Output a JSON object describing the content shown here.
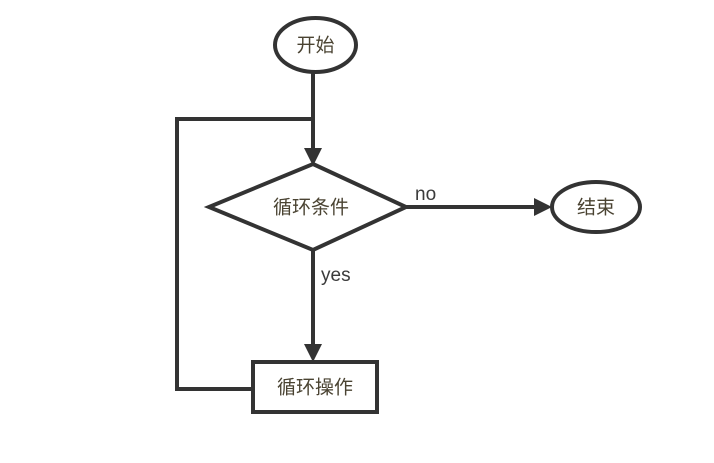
{
  "diagram": {
    "type": "flowchart",
    "title": "",
    "background_color": "#ffffff",
    "line_color": "#333333",
    "node_text_color": "#4a4332",
    "edge_text_color": "#3b3b3b",
    "nodes": {
      "start": {
        "label": "开始",
        "shape": "ellipse"
      },
      "condition": {
        "label": "循环条件",
        "shape": "diamond"
      },
      "operation": {
        "label": "循环操作",
        "shape": "rectangle"
      },
      "end": {
        "label": "结束",
        "shape": "ellipse"
      }
    },
    "edges": {
      "start_to_condition": {
        "label": ""
      },
      "condition_to_end": {
        "label": "no"
      },
      "condition_to_operation": {
        "label": "yes"
      },
      "operation_to_condition": {
        "label": ""
      }
    }
  }
}
